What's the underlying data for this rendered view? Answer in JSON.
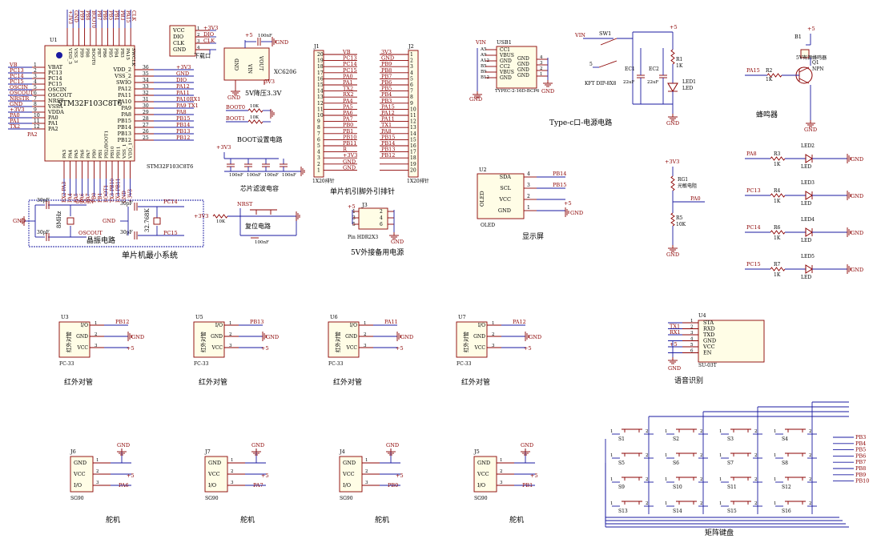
{
  "blocks": {
    "mcu": {
      "title": "单片机最小系统",
      "ref": "U1",
      "chip": "STM32F103C8T6",
      "chip_bottom": "STM32F103C8T6",
      "left_pins": [
        {
          "num": "1",
          "name": "VBAT",
          "net": "VB"
        },
        {
          "num": "2",
          "name": "PC13",
          "net": "PC13"
        },
        {
          "num": "3",
          "name": "PC14",
          "net": "PC14"
        },
        {
          "num": "4",
          "name": "PC15",
          "net": "PC15"
        },
        {
          "num": "5",
          "name": "OSCIN",
          "net": "OSCIN"
        },
        {
          "num": "6",
          "name": "OSCOUT",
          "net": "OSCOUT"
        },
        {
          "num": "7",
          "name": "NRST",
          "net": "NRSTR"
        },
        {
          "num": "8",
          "name": "VSSA",
          "net": "GND"
        },
        {
          "num": "9",
          "name": "VDDA",
          "net": "+3V3"
        },
        {
          "num": "10",
          "name": "PA0",
          "net": "PA0"
        },
        {
          "num": "11",
          "name": "PA1",
          "net": "PA1"
        },
        {
          "num": "12",
          "name": "PA2",
          "net": "TX2"
        }
      ],
      "right_pins": [
        {
          "num": "36",
          "name": "VDD_2",
          "net": "+3V3"
        },
        {
          "num": "35",
          "name": "VSS_2",
          "net": "GND"
        },
        {
          "num": "34",
          "name": "SWIO",
          "net": "DIO"
        },
        {
          "num": "33",
          "name": "PA12",
          "net": "PA12"
        },
        {
          "num": "32",
          "name": "PA11",
          "net": "PA11"
        },
        {
          "num": "31",
          "name": "PA10",
          "net": "PA10RX1"
        },
        {
          "num": "30",
          "name": "PA9",
          "net": "PA9 TX1"
        },
        {
          "num": "29",
          "name": "PA8",
          "net": "PA8"
        },
        {
          "num": "28",
          "name": "PB15",
          "net": "PB15"
        },
        {
          "num": "27",
          "name": "PB14",
          "net": "PB14"
        },
        {
          "num": "26",
          "name": "PB13",
          "net": "PB13"
        },
        {
          "num": "25",
          "name": "PB12",
          "net": "PB12"
        }
      ],
      "top_pins": [
        "VDD_3",
        "VSS_3",
        "PB9",
        "PB8",
        "BOOT0",
        "PB7",
        "PB6",
        "PB5",
        "PB4",
        "PB3",
        "PA15",
        "SWCLK"
      ],
      "top_nets": [
        "+3V3",
        "GND",
        "PB9",
        "PB8",
        "BOOT0",
        "PB7",
        "PB6",
        "PB5",
        "PB4",
        "PB3",
        "PA15",
        "CLK"
      ],
      "bottom_pins": [
        "PA3",
        "PA4",
        "PA5",
        "PA6",
        "PA7",
        "PB0",
        "PB1",
        "PB2/BOOT1",
        "PB10",
        "PB11",
        "VSS_1",
        "VDD_1"
      ],
      "bottom_nets": [
        "RX2 PA3",
        "PA4",
        "PA5",
        "PA6",
        "PA7",
        "PB0",
        "PB1",
        "BOOT1",
        "TX3 PB10",
        "RX3 PB11",
        "GND",
        "+3V3"
      ],
      "extra_net": "PA2"
    },
    "crystal": {
      "title": "晶振电路",
      "y1_label": "8MHz",
      "y2_label": "32.768K",
      "cap_label": "30pF",
      "nets": [
        "OSCIN",
        "OSCOUT",
        "PC14",
        "PC15"
      ],
      "gnd": "GND"
    },
    "download": {
      "title": "下载口",
      "pins": [
        "VCC",
        "DIO",
        "CLK",
        "GND"
      ],
      "nets": [
        "+3V3",
        "DIO",
        "CLK",
        ""
      ],
      "nums": [
        "1",
        "2",
        "3",
        "4"
      ]
    },
    "ldo": {
      "title": "5V降压3.3V",
      "chip": "XC6206",
      "vin": "VIN",
      "vout": "VOUT",
      "gnd": "GND",
      "in_net": "+5",
      "out_net": "3V3",
      "cap": "100nF"
    },
    "boot": {
      "title": "BOOT设置电路",
      "nets": [
        "BOOT0",
        "BOOT1"
      ],
      "res": "10K"
    },
    "filter": {
      "title": "芯片滤波电容",
      "net": "+3V3",
      "caps": [
        "100nF",
        "100nF",
        "100nF",
        "100nF"
      ],
      "gnd": "GND"
    },
    "reset": {
      "title": "复位电路",
      "net_in": "+3V3",
      "net": "NRST",
      "res": "10K",
      "cap": "100nF"
    },
    "header": {
      "title": "单片机引脚外引排针",
      "j1": "J1",
      "j2": "J2",
      "j1_label": "1X20排针",
      "j2_label": "1X20排针",
      "j1_nets": [
        "VB",
        "PC13",
        "PC14",
        "PC15",
        "PA0",
        "PA1",
        "TX2",
        "RX2",
        "PA4",
        "PA5",
        "PA6",
        "PA7",
        "PB0",
        "PB1",
        "PB10",
        "PB11",
        "R",
        "+3V3",
        "GND",
        "GND"
      ],
      "j1_nums": [
        "20",
        "19",
        "18",
        "17",
        "16",
        "15",
        "14",
        "13",
        "12",
        "11",
        "10",
        "9",
        "8",
        "7",
        "6",
        "5",
        "4",
        "3",
        "2",
        "1"
      ],
      "j2_nets": [
        "3V3",
        "GND",
        "PB9",
        "PB8",
        "PB7",
        "PB6",
        "PB5",
        "PB4",
        "PB3",
        "PA15",
        "PA12",
        "PA11",
        "TX1",
        "PA8",
        "PB15",
        "PB14",
        "PB13",
        "PB12",
        "",
        ""
      ],
      "j2_nums": [
        "1",
        "2",
        "3",
        "4",
        "5",
        "6",
        "7",
        "8",
        "9",
        "10",
        "11",
        "12",
        "13",
        "14",
        "15",
        "16",
        "17",
        "18",
        "19",
        "20"
      ]
    },
    "backup": {
      "title": "5V外接备用电源",
      "ref": "J3",
      "label": "Pin HDR2X3",
      "net": "+5",
      "gnd": "GND",
      "nums": [
        "1",
        "2",
        "3",
        "4",
        "5",
        "6"
      ]
    },
    "typec": {
      "title": "Type-c口-电源电路",
      "ref": "USB1",
      "part": "TYPEC-2-16D-BCP6",
      "vin": "VIN",
      "left": [
        "A5",
        "A9",
        "A12",
        "B5",
        "B9",
        "B12"
      ],
      "pins": [
        "CC1",
        "VBUS",
        "GND",
        "CC2",
        "VBUS",
        "GND"
      ],
      "right": [
        "GND",
        "GND",
        "GND",
        "GND"
      ],
      "nums": [
        "4",
        "3",
        "2",
        "1"
      ],
      "sw_ref": "SW1",
      "sw_label": "KFT DIP-8X8",
      "ec1": "EC1",
      "ec2": "EC2",
      "ec_val": "22uF",
      "r1": "R1",
      "r1_val": "1K",
      "led1": "LED1",
      "led_label": "LED",
      "plus5": "+5",
      "gnd": "GND"
    },
    "buzzer": {
      "title": "蜂鸣器",
      "ref": "B1",
      "label": "5V有源蜂鸣器",
      "q": "Q1",
      "q_type": "NPN",
      "r": "R2",
      "r_val": "1K",
      "net": "PA15",
      "vcc": "+5",
      "gnd": "GND"
    },
    "oled": {
      "title": "显示屏",
      "ref": "U2",
      "label": "OLED",
      "chip": "OLED",
      "pins": [
        "SDA",
        "SCL",
        "VCC",
        "GND"
      ],
      "nums": [
        "4",
        "3",
        "2",
        "1"
      ],
      "nets": [
        "PB14",
        "PB15",
        "+5",
        "GND"
      ]
    },
    "photores": {
      "ref": "RG1",
      "label": "光敏电阻",
      "vcc": "+3V3",
      "net": "PA0",
      "r5": "R5",
      "r5_val": "10K",
      "gnd": "GND"
    },
    "leds": [
      {
        "ref": "LED2",
        "r": "R3",
        "r_val": "1K",
        "net": "PA8",
        "label": "LED"
      },
      {
        "ref": "LED3",
        "r": "R4",
        "r_val": "1K",
        "net": "PC13",
        "label": "LED"
      },
      {
        "ref": "LED4",
        "r": "R6",
        "r_val": "1K",
        "net": "PC14",
        "label": "LED"
      },
      {
        "ref": "LED5",
        "r": "R7",
        "r_val": "1K",
        "net": "PC15",
        "label": "LED"
      }
    ],
    "led_gnd": "GND",
    "ir": [
      {
        "ref": "U3",
        "net": "PB12",
        "title": "红外对管"
      },
      {
        "ref": "U5",
        "net": "PB13",
        "title": "红外对管"
      },
      {
        "ref": "U6",
        "net": "PA11",
        "title": "红外对管"
      },
      {
        "ref": "U7",
        "net": "PA12",
        "title": "红外对管"
      }
    ],
    "ir_common": {
      "chip": "红外对管",
      "label": "FC-33",
      "pins": [
        "I/O",
        "GND",
        "VCC"
      ],
      "nums": [
        "1",
        "2",
        "3"
      ],
      "gnd": "GND",
      "vcc": "+5"
    },
    "voice": {
      "title": "语音识别",
      "ref": "U4",
      "label": "SU-03T",
      "pins": [
        "STA",
        "RXD",
        "TXD",
        "GND",
        "VCC",
        "EN"
      ],
      "nums": [
        "1",
        "2",
        "3",
        "4",
        "5",
        "6"
      ],
      "nets": [
        "",
        "TX1",
        "RX1",
        "",
        "+5",
        ""
      ],
      "gnd": "GND"
    },
    "servo": [
      {
        "ref": "J6",
        "net": "PA6",
        "order": [
          "GND",
          "VCC",
          "I/O"
        ],
        "title": "舵机"
      },
      {
        "ref": "J7",
        "net": "PA7",
        "order": [
          "GND",
          "VCC",
          "I/O"
        ],
        "title": "舵机"
      },
      {
        "ref": "J4",
        "net": "PB0",
        "order": [
          "GND",
          "VCC",
          "I/O"
        ],
        "title": "舵机"
      },
      {
        "ref": "J5",
        "net": "PB1",
        "order": [
          "GND",
          "VCC",
          "I/O"
        ],
        "title": "舵机"
      }
    ],
    "servo_common": {
      "label": "SG90",
      "nums": [
        "1",
        "2",
        "3"
      ],
      "gnd": "GND",
      "vcc": "+5"
    },
    "keypad": {
      "title": "矩阵键盘",
      "keys": [
        "S1",
        "S2",
        "S3",
        "S4",
        "S5",
        "S6",
        "S7",
        "S8",
        "S9",
        "S10",
        "S11",
        "S12",
        "S13",
        "S14",
        "S15",
        "S16"
      ],
      "nets": [
        "PB3",
        "PB4",
        "PB5",
        "PB6",
        "PB7",
        "PB8",
        "PB9",
        "PB10"
      ]
    }
  },
  "colors": {
    "wire": "#1a1aa0",
    "part": "#8b0000",
    "fill": "#fffde6"
  }
}
